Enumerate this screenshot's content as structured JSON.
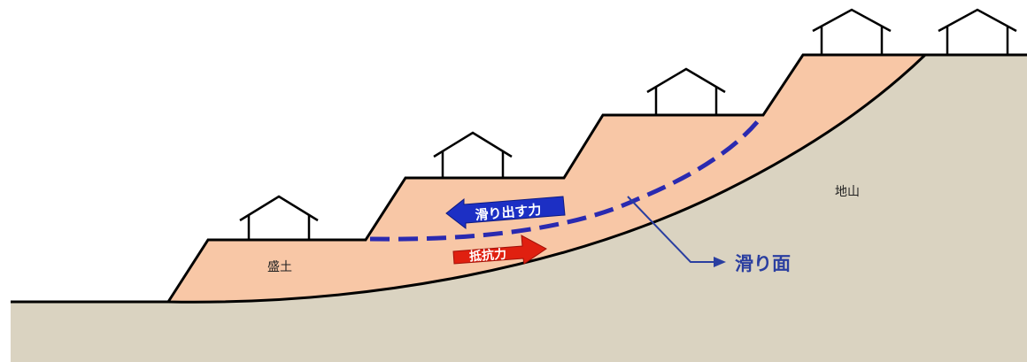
{
  "labels": {
    "fill_soil": "盛土",
    "natural_ground": "地山",
    "sliding_force": "滑り出す力",
    "resisting_force": "抵抗力",
    "slip_surface": "滑り面"
  },
  "colors": {
    "fill_soil": "#f8c7a6",
    "natural_ground": "#dad3c1",
    "outline": "#000000",
    "slip_line": "#2a2ab0",
    "sliding_force_arrow": "#1c2fc4",
    "resisting_force_arrow": "#e02010",
    "arrow_text": "#ffffff",
    "pointer": "#2a3ea0"
  },
  "houses": [
    "house-1",
    "house-2",
    "house-3",
    "house-4",
    "house-5"
  ]
}
